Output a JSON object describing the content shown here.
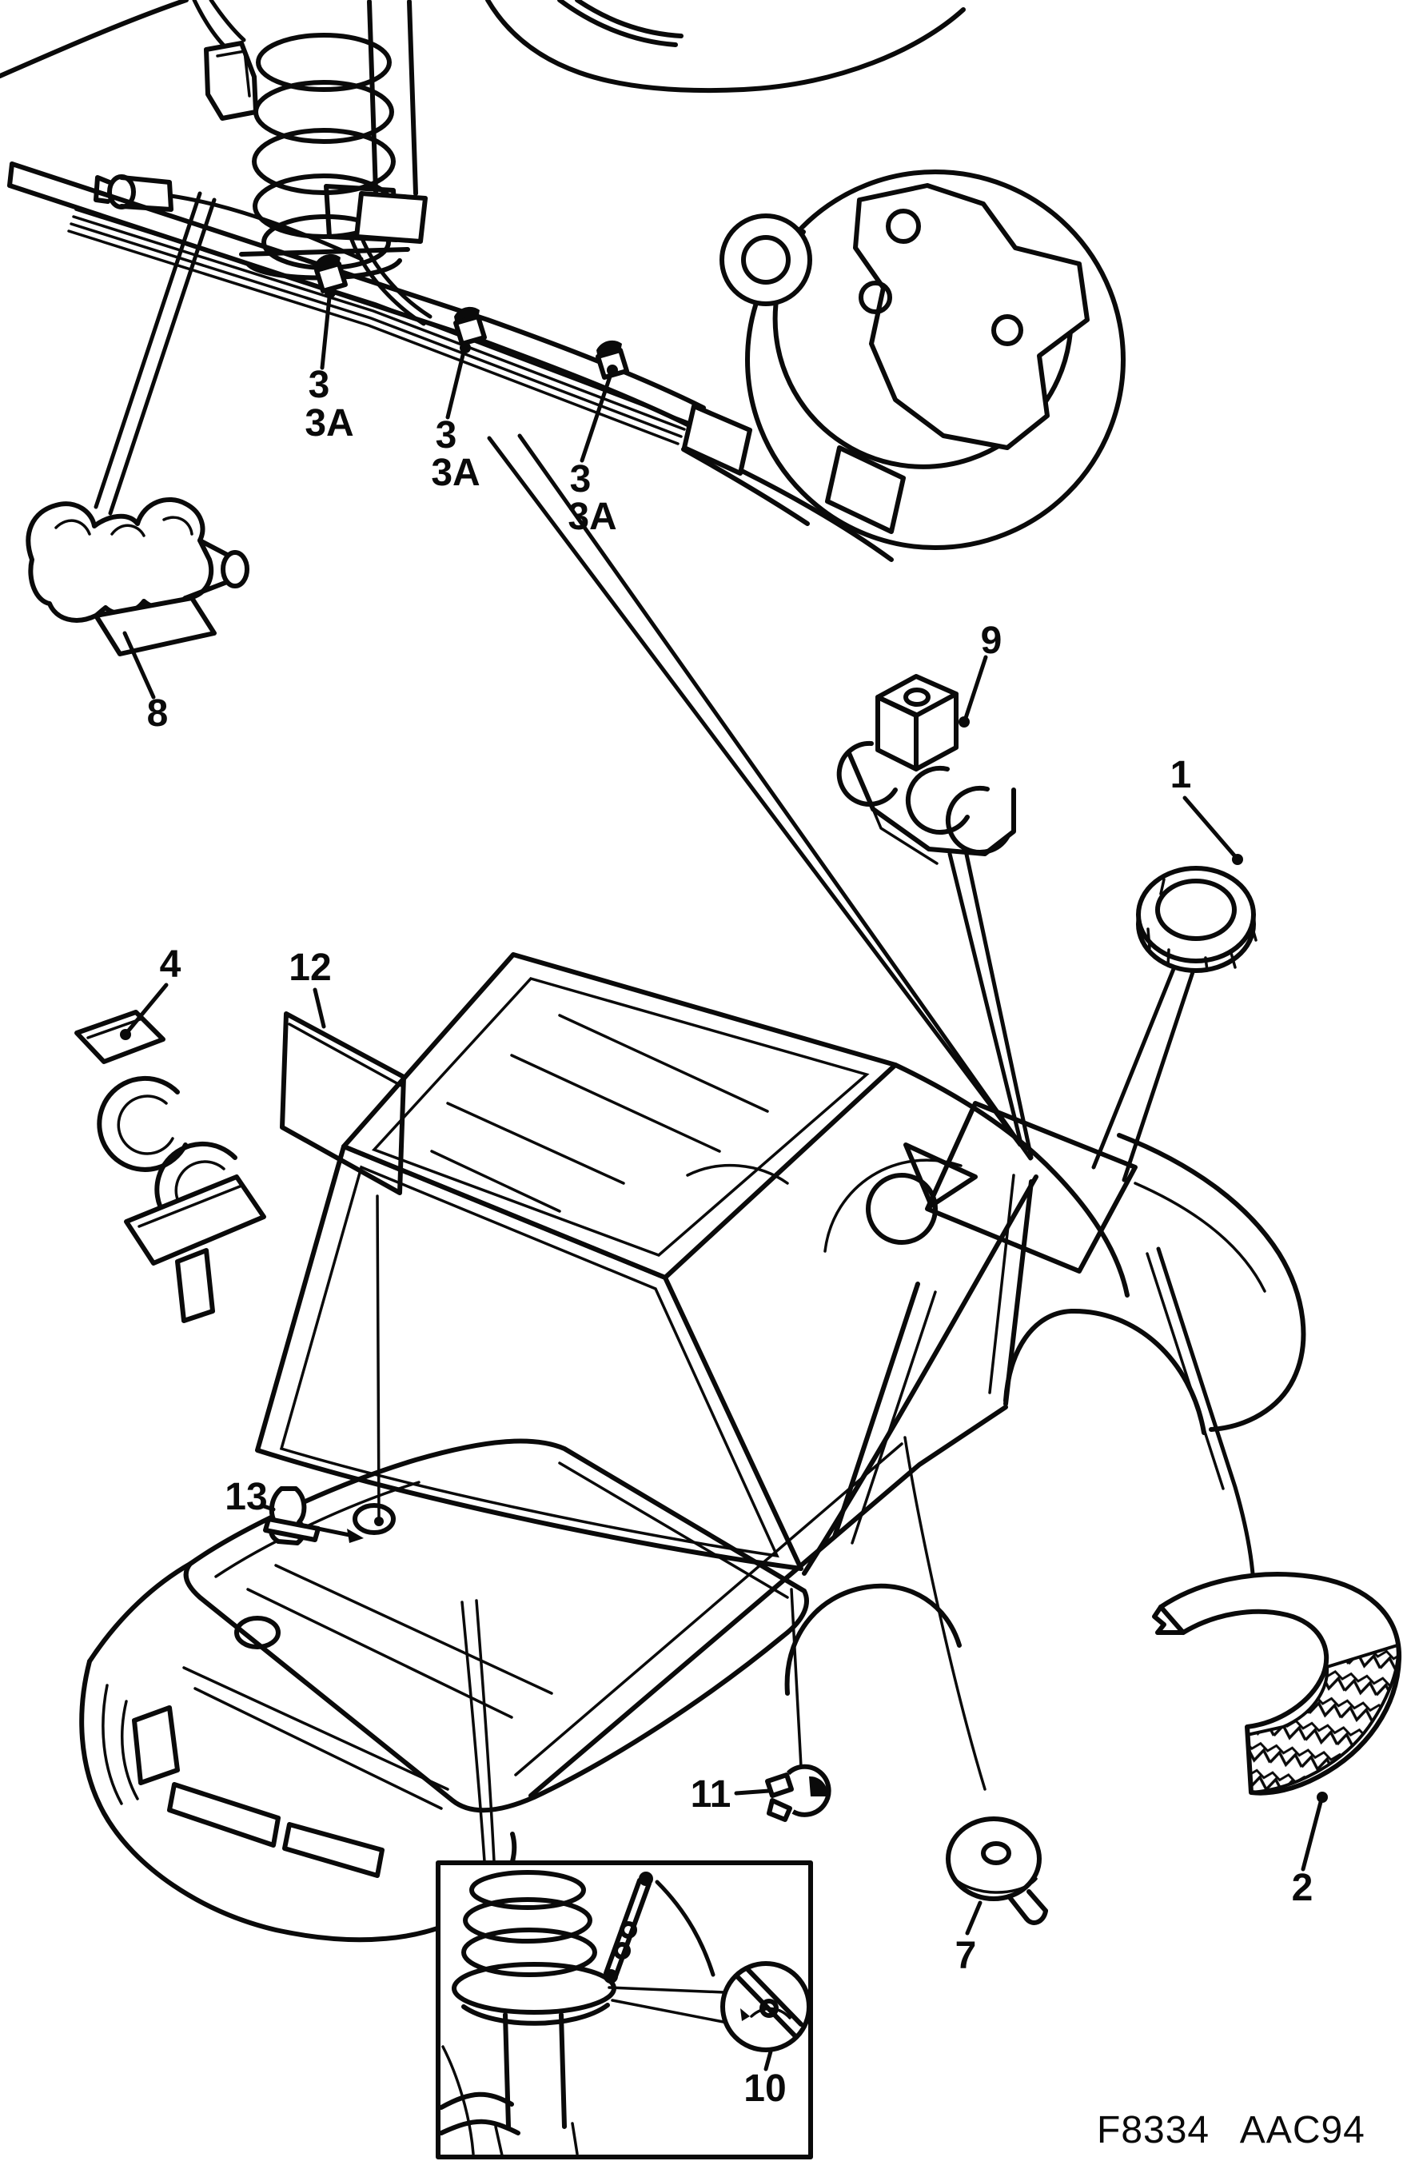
{
  "figure": {
    "code": "F8334 AAC94"
  },
  "colors": {
    "background": "#ffffff",
    "line": "#0a0a0a"
  },
  "callouts": {
    "c1": "1",
    "c2": "2",
    "c3": "3",
    "c3a": "3A",
    "c4": "4",
    "c7": "7",
    "c8": "8",
    "c9": "9",
    "c10": "10",
    "c11": "11",
    "c12": "12",
    "c13": "13"
  }
}
